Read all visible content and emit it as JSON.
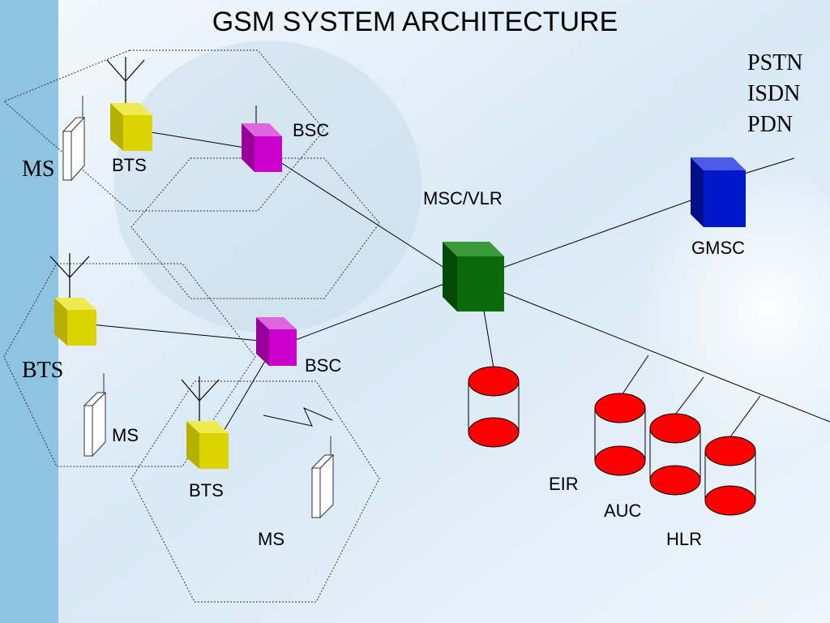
{
  "title": "GSM SYSTEM ARCHITECTURE",
  "external_networks": [
    "PSTN",
    "ISDN",
    "PDN"
  ],
  "labels": {
    "ms_top": "MS",
    "bts_top": "BTS",
    "bsc_top": "BSC",
    "msc_vlr": "MSC/VLR",
    "gmsc": "GMSC",
    "bts_mid": "BTS",
    "bsc_bottom": "BSC",
    "ms_mid": "MS",
    "bts_bottom": "BTS",
    "ms_bottom": "MS",
    "eir": "EIR",
    "auc": "AUC",
    "hlr": "HLR"
  },
  "colors": {
    "bts": "#d4cc00",
    "bsc": "#cc00cc",
    "msc": "#0b6b0b",
    "gmsc": "#0018c8",
    "database": "#ff0000",
    "left_bar": "#8fc3e2"
  }
}
